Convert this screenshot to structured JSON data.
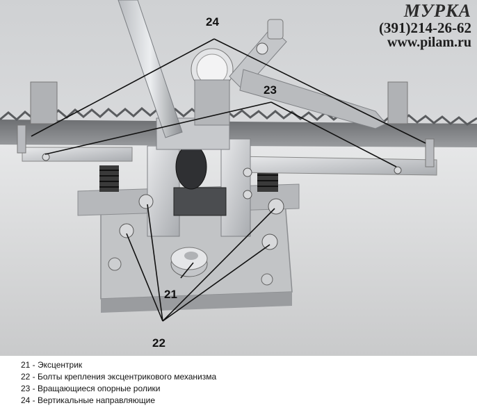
{
  "brand": {
    "name": "МУРКА",
    "phone": "(391)214-26-62",
    "site": "www.pilam.ru"
  },
  "callouts": {
    "c24": "24",
    "c23": "23",
    "c21": "21",
    "c22": "22"
  },
  "legend": [
    {
      "text": "21 - Эксцентрик"
    },
    {
      "text": "22 - Болты крепления эксцентрикового механизма"
    },
    {
      "text": "23 - Вращающиеся опорные ролики"
    },
    {
      "text": "24 - Вертикальные направляющие"
    }
  ]
}
